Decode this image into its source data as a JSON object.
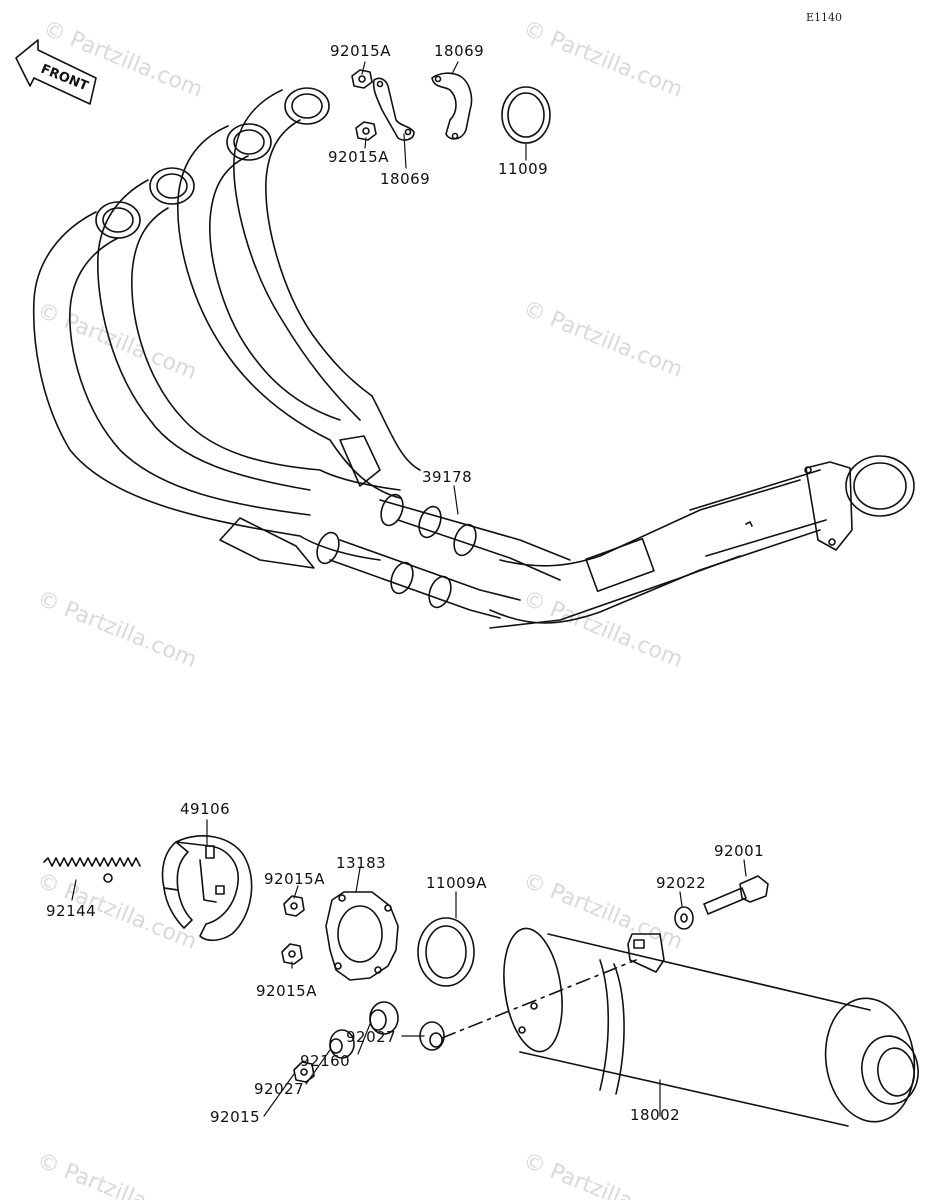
{
  "diagram_code": "E1140",
  "front_badge": "FRONT",
  "watermark_text": "© Partzilla.com",
  "parts": [
    {
      "id": "p-92015A-top",
      "number": "92015A"
    },
    {
      "id": "p-18069-top",
      "number": "18069"
    },
    {
      "id": "p-92015A-mid",
      "number": "92015A"
    },
    {
      "id": "p-18069-mid",
      "number": "18069"
    },
    {
      "id": "p-11009",
      "number": "11009"
    },
    {
      "id": "p-39178",
      "number": "39178"
    },
    {
      "id": "p-49106",
      "number": "49106"
    },
    {
      "id": "p-92144",
      "number": "92144"
    },
    {
      "id": "p-92015A-a",
      "number": "92015A"
    },
    {
      "id": "p-13183",
      "number": "13183"
    },
    {
      "id": "p-92015A-b",
      "number": "92015A"
    },
    {
      "id": "p-11009A",
      "number": "11009A"
    },
    {
      "id": "p-92001",
      "number": "92001"
    },
    {
      "id": "p-92022",
      "number": "92022"
    },
    {
      "id": "p-92027-a",
      "number": "92027"
    },
    {
      "id": "p-92160",
      "number": "92160"
    },
    {
      "id": "p-92027-b",
      "number": "92027"
    },
    {
      "id": "p-92015",
      "number": "92015"
    },
    {
      "id": "p-18002",
      "number": "18002"
    }
  ]
}
